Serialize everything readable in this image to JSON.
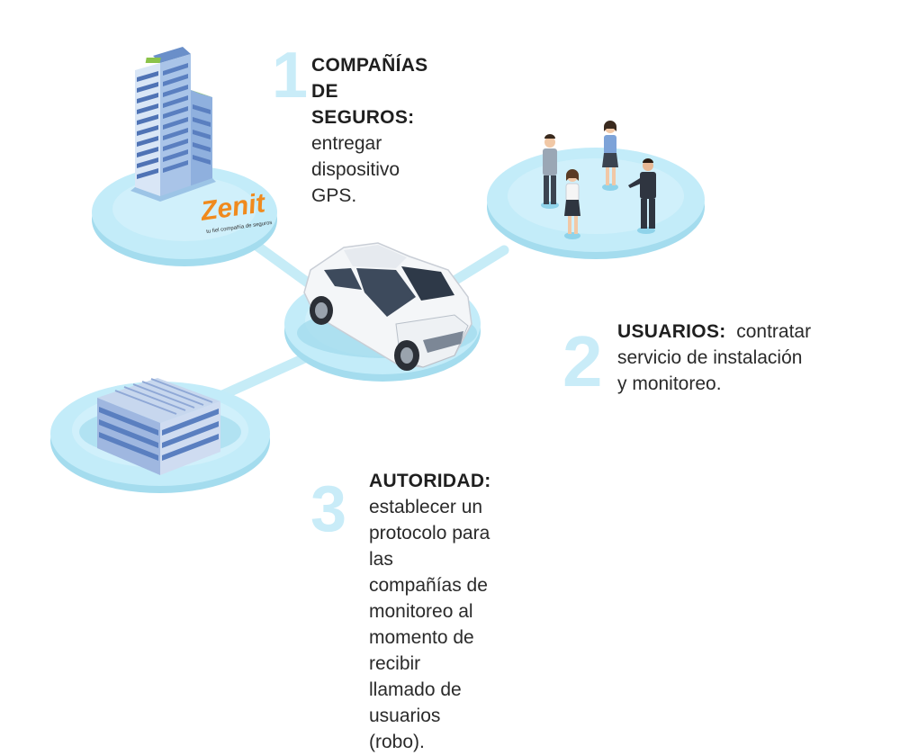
{
  "steps": [
    {
      "number": "1",
      "title": "COMPAÑÍAS DE SEGUROS:",
      "lines": [
        "entregar dispositivo GPS."
      ]
    },
    {
      "number": "2",
      "title": "USUARIOS:",
      "first_line_rest": "contratar",
      "lines": [
        "servicio de instalación",
        "y monitoreo."
      ]
    },
    {
      "number": "3",
      "title": "AUTORIDAD:",
      "first_line_rest": "establecer un protocolo para las",
      "lines": [
        "compañías de monitoreo al momento de recibir",
        "llamado de usuarios (robo)."
      ]
    }
  ],
  "logo": {
    "name": "Zenit",
    "tagline": "tu fiel compañía de seguros"
  },
  "colors": {
    "platform": "#bfe9f7",
    "platform_edge": "#a4dcee",
    "connector": "#c6ecf7",
    "number": "#c9ecf8",
    "logo": "#f08a1d"
  },
  "icons": [
    "office-tower-icon",
    "suv-car-icon",
    "people-group-icon",
    "government-building-icon"
  ]
}
